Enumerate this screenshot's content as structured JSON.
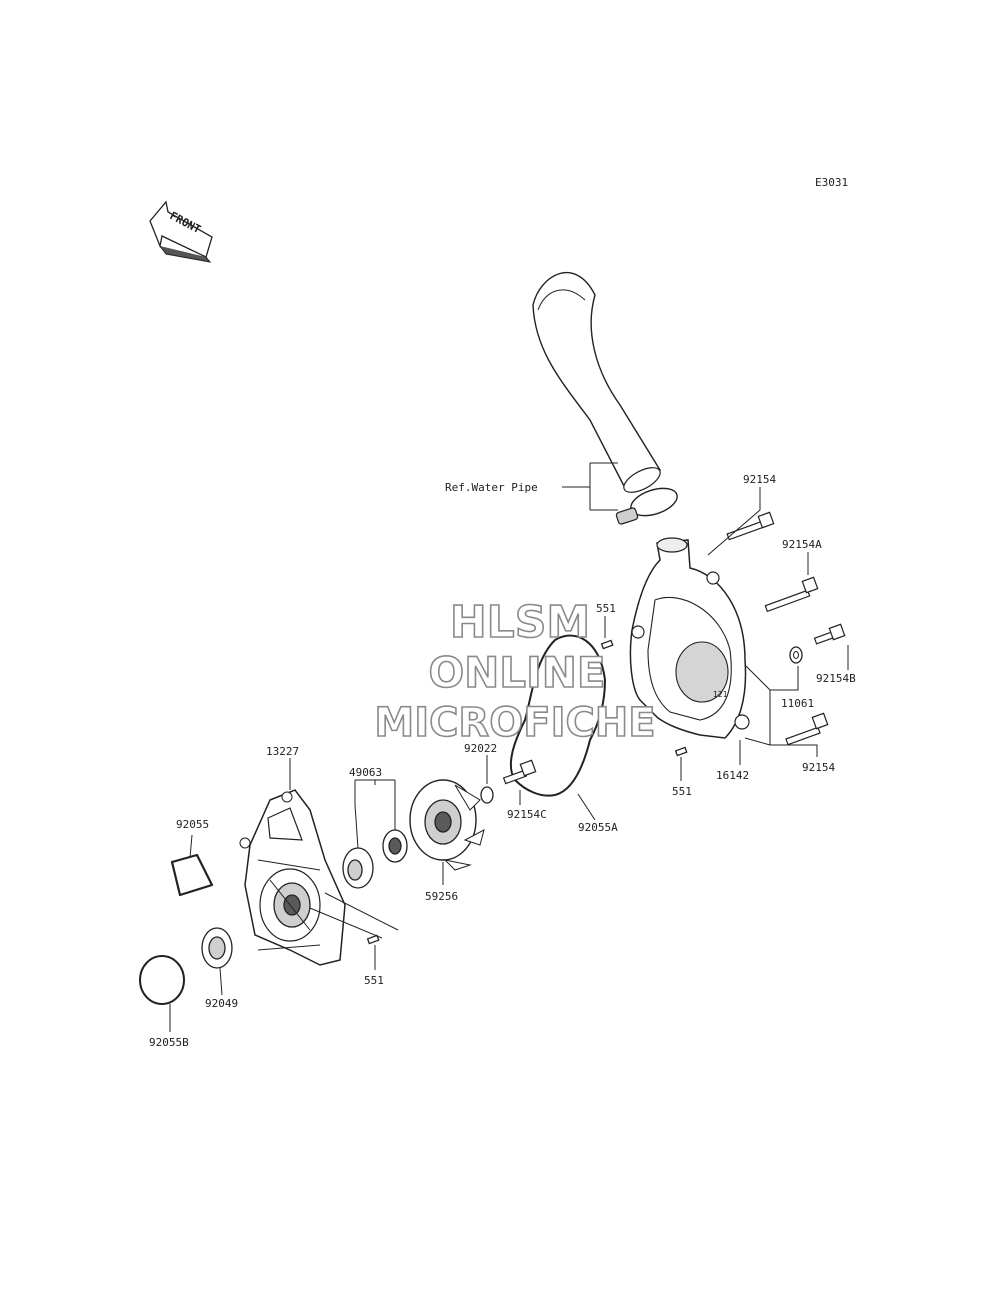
{
  "diagram_code": "E3031",
  "front_arrow": "FRONT",
  "ref_label": "Ref.Water Pipe",
  "watermark": [
    "HLSM",
    "ONLINE",
    "MICROFICHE"
  ],
  "parts": {
    "p92154_top": "92154",
    "p92154A": "92154A",
    "p551_top": "551",
    "p92154B": "92154B",
    "p11061": "11061",
    "p92154_bot": "92154",
    "p16142": "16142",
    "p551_right": "551",
    "p92022": "92022",
    "p92154C": "92154C",
    "p92055A": "92055A",
    "p13227": "13227",
    "p49063": "49063",
    "p92055": "92055",
    "p59256": "59256",
    "p551_bot": "551",
    "p92049": "92049",
    "p92055B": "92055B"
  }
}
